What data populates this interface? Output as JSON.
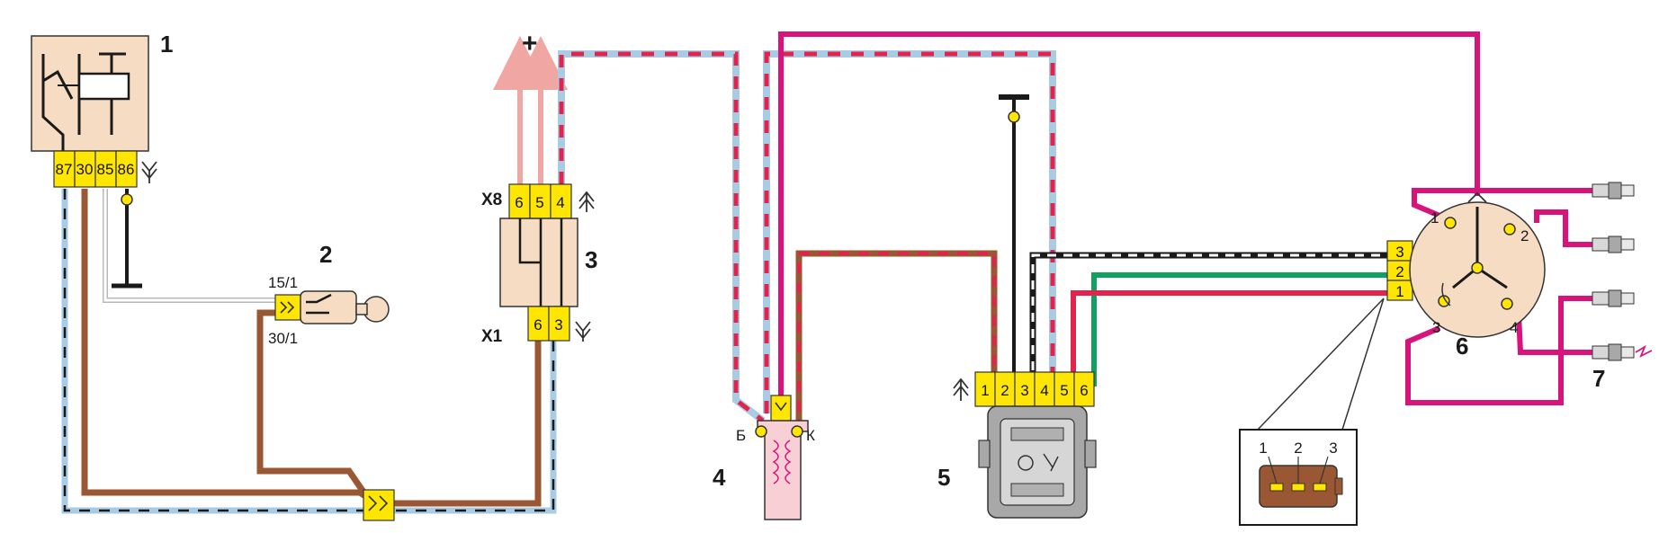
{
  "labels": {
    "c1": "1",
    "c2": "2",
    "c3": "3",
    "c4": "4",
    "c5": "5",
    "c6": "6",
    "c7": "7",
    "plus": "+",
    "x8": "X8",
    "x1": "X1",
    "pin15": "15/1",
    "pin30": "30/1",
    "coil_b": "Б",
    "coil_k": "К"
  },
  "relay_pins": [
    "87",
    "30",
    "85",
    "86"
  ],
  "x8_pins": [
    "6",
    "5",
    "4"
  ],
  "x1_pins": [
    "6",
    "3"
  ],
  "commutator_pins": [
    "1",
    "2",
    "3",
    "4",
    "5",
    "6"
  ],
  "distributor_pins": [
    "3",
    "2",
    "1"
  ],
  "distributor_terminals": [
    "1",
    "2",
    "3",
    "4"
  ],
  "sensor_pins": [
    "1",
    "2",
    "3"
  ],
  "colors": {
    "blue": "#a9cbe4",
    "red": "#e2244c",
    "magenta": "#d8147c",
    "brown": "#9a5733",
    "green": "#10a060",
    "black": "#1a1a1a",
    "pink": "#f0a6a2",
    "yellow": "#ffe600",
    "beige": "#f5dcc2",
    "gray": "#a8a8a8"
  }
}
